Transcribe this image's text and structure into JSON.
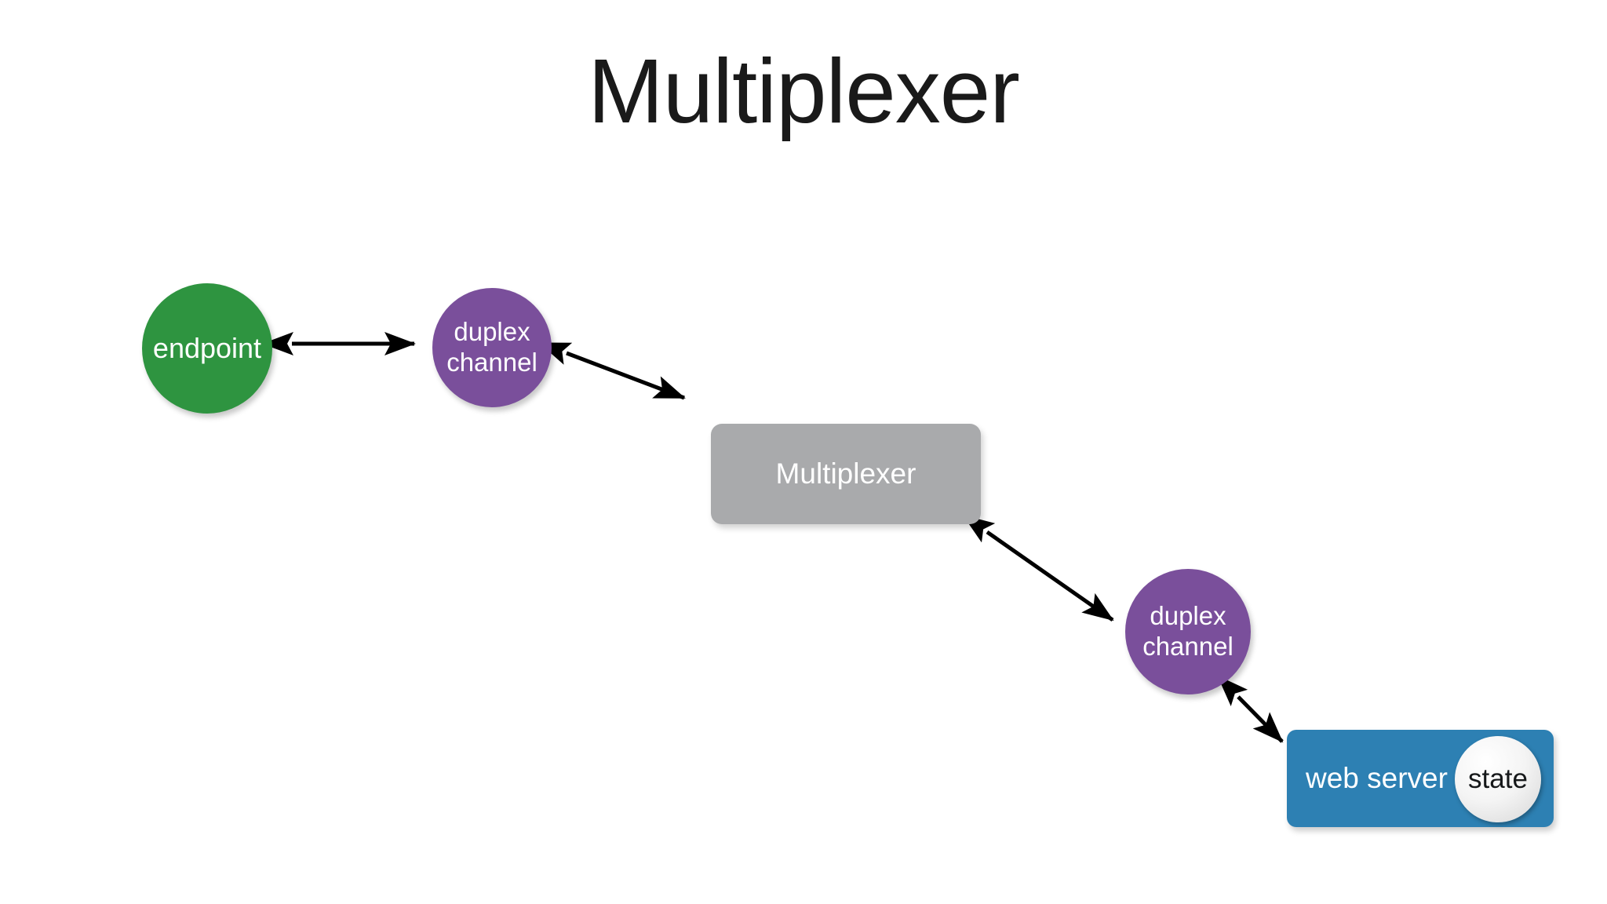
{
  "slide": {
    "title": "Multiplexer",
    "background_color": "#ffffff"
  },
  "palette": {
    "endpoint_green": "#2e9440",
    "duplex_purple": "#7a4f9b",
    "multiplexer_gray": "#a9aaac",
    "web_server_blue": "#2d80b3",
    "state_white": "#f4f4f4",
    "arrow_black": "#000000",
    "title_text": "#1a1a1a",
    "node_text_light": "#ffffff",
    "node_text_dark": "#16181a"
  },
  "nodes": {
    "endpoint": {
      "label": "endpoint",
      "shape": "circle",
      "color": "#2e9440"
    },
    "duplex_channel_1": {
      "label": "duplex\nchannel",
      "shape": "circle",
      "color": "#7a4f9b"
    },
    "multiplexer": {
      "label": "Multiplexer",
      "shape": "rounded-rect",
      "color": "#a9aaac"
    },
    "duplex_channel_2": {
      "label": "duplex\nchannel",
      "shape": "circle",
      "color": "#7a4f9b"
    },
    "web_server": {
      "label": "web server",
      "shape": "rounded-rect",
      "color": "#2d80b3"
    },
    "state": {
      "label": "state",
      "shape": "circle",
      "color": "#f4f4f4"
    }
  },
  "connectors": [
    {
      "id": "endpoint-to-duplex1",
      "from": "endpoint",
      "to": "duplex_channel_1",
      "style": "double-arrow",
      "label": ""
    },
    {
      "id": "duplex1-to-multiplexer",
      "from": "duplex_channel_1",
      "to": "multiplexer",
      "style": "double-arrow",
      "label": ""
    },
    {
      "id": "multiplexer-to-duplex2",
      "from": "multiplexer",
      "to": "duplex_channel_2",
      "style": "double-arrow",
      "label": ""
    },
    {
      "id": "duplex2-to-webserver",
      "from": "duplex_channel_2",
      "to": "web_server",
      "style": "double-arrow",
      "label": ""
    }
  ]
}
